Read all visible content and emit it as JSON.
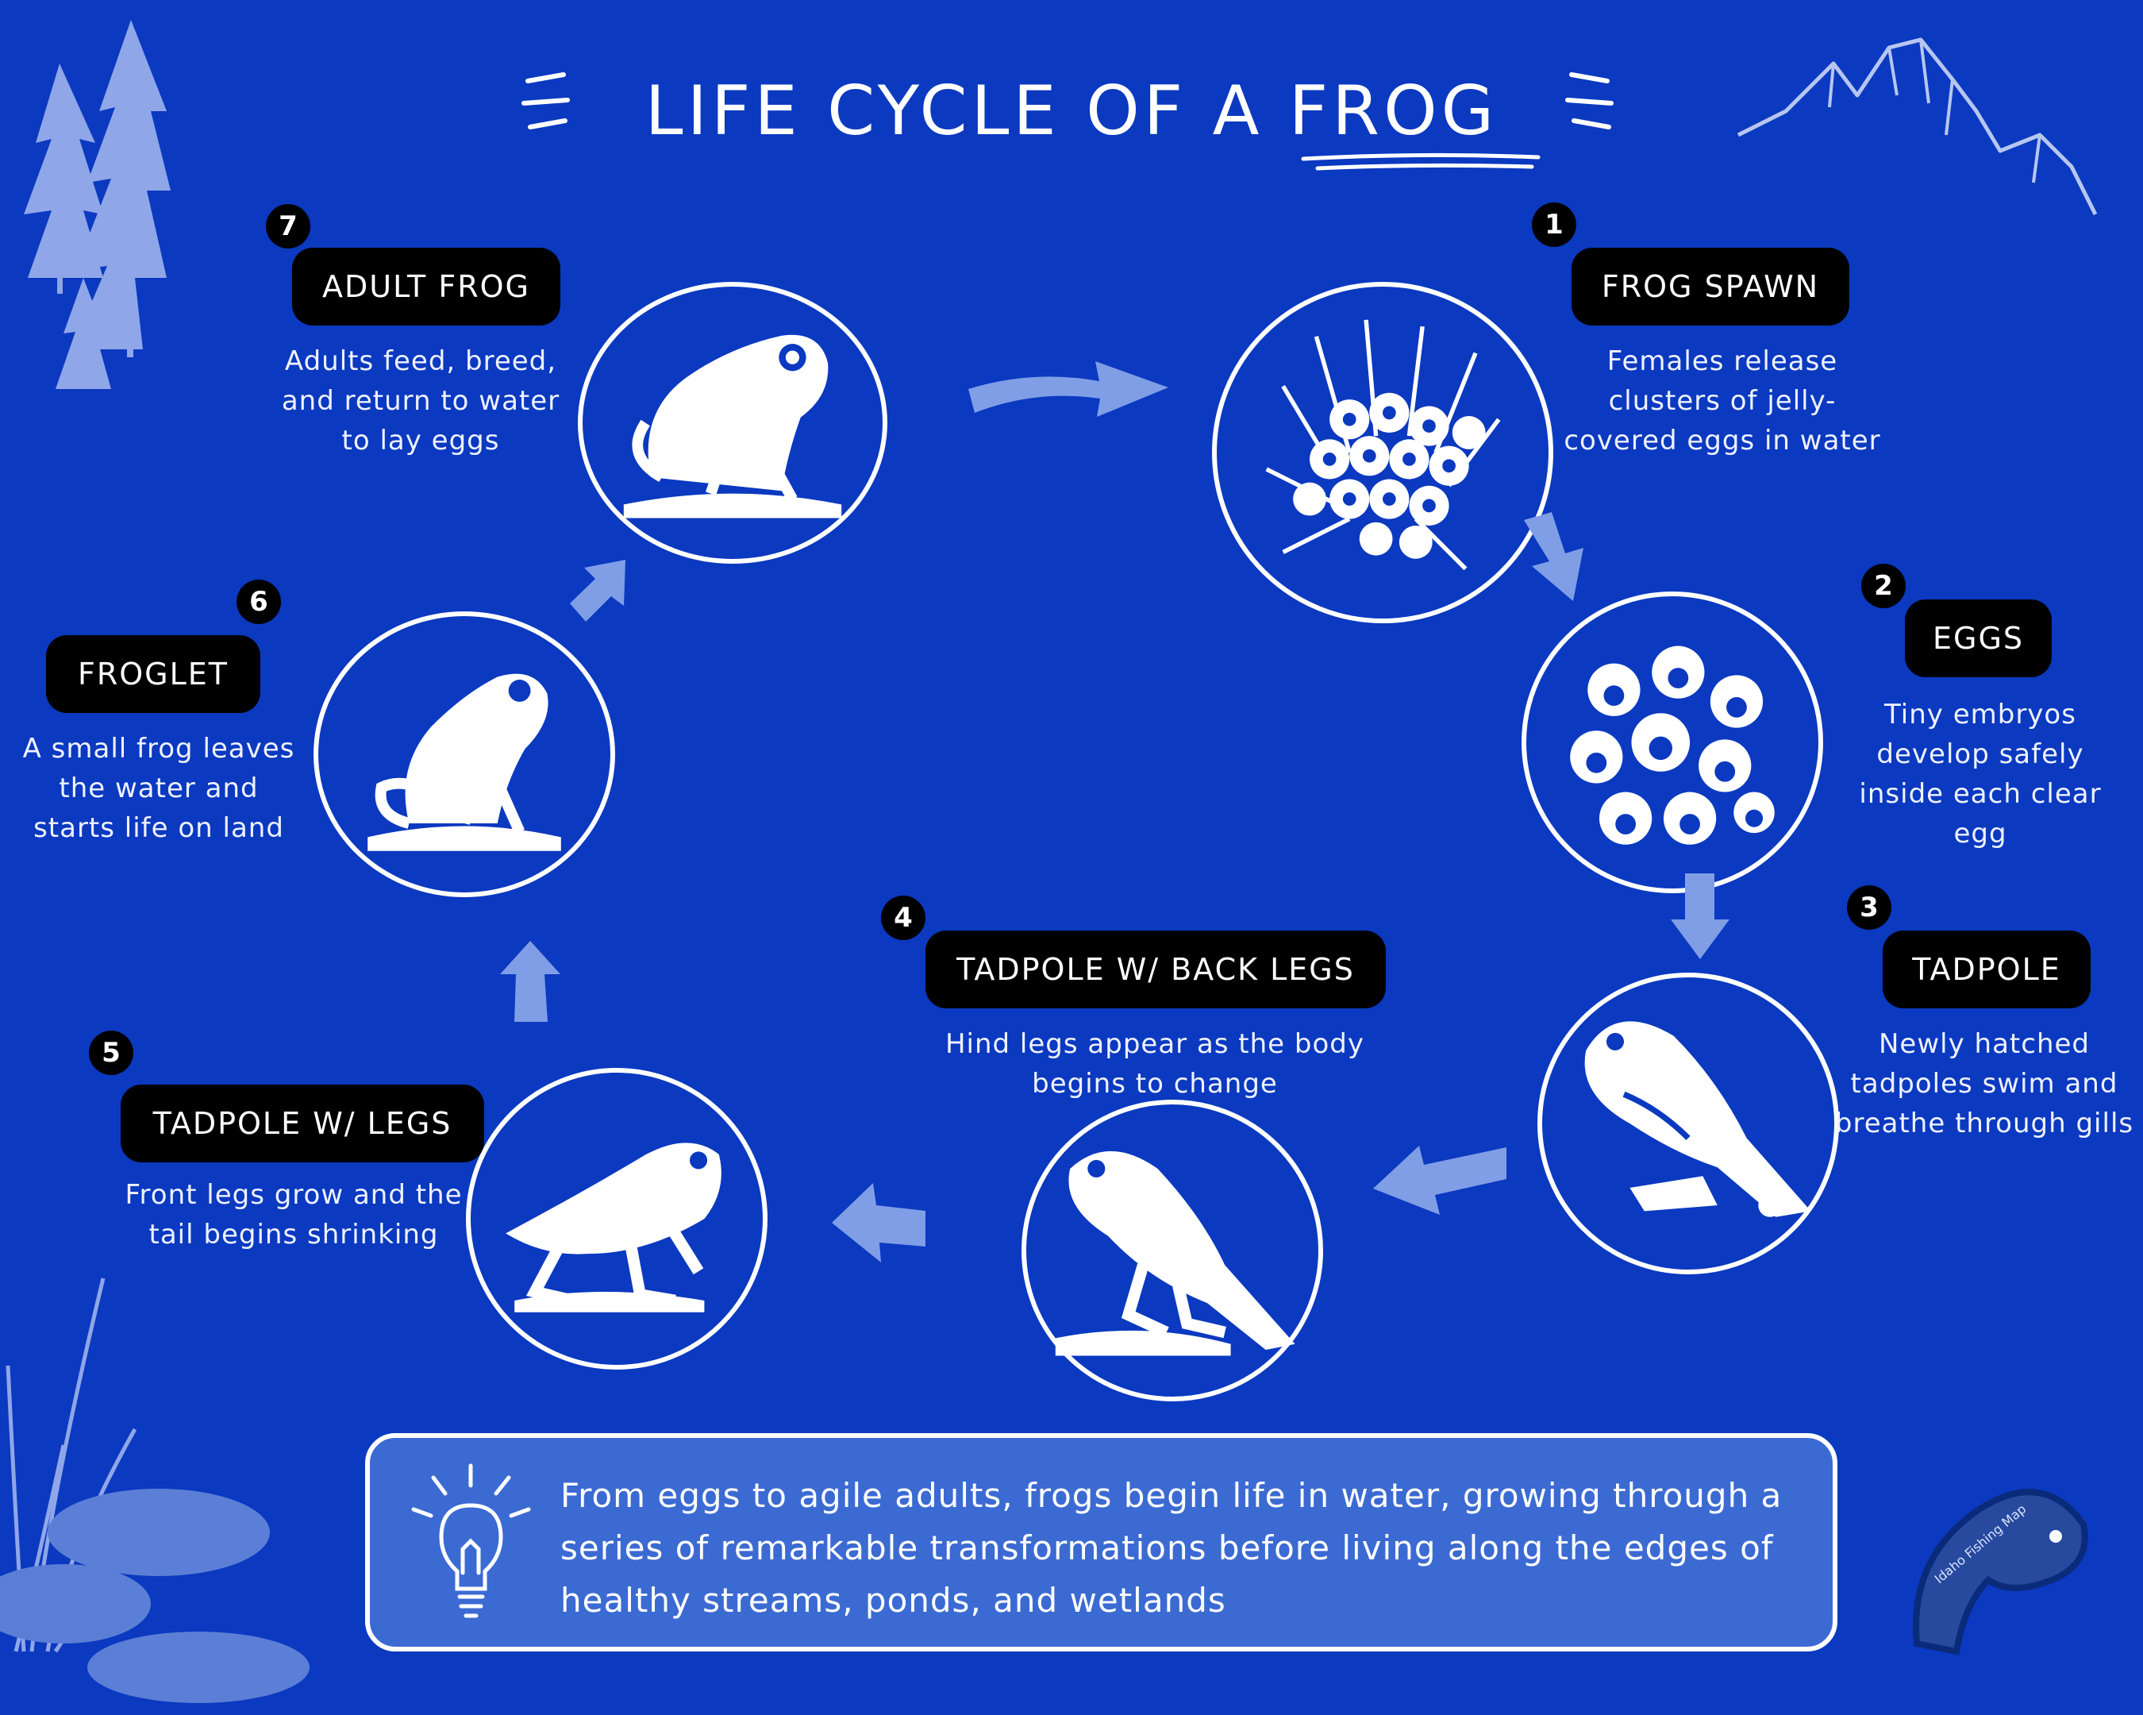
{
  "title": "LIFE CYCLE OF A FROG",
  "stages": [
    {
      "number": "1",
      "label": "FROG SPAWN",
      "description": "Females release clusters of jelly-covered eggs in water"
    },
    {
      "number": "2",
      "label": "EGGS",
      "description": "Tiny embryos develop safely inside each clear egg"
    },
    {
      "number": "3",
      "label": "TADPOLE",
      "description": "Newly hatched tadpoles swim and breathe through gills"
    },
    {
      "number": "4",
      "label": "TADPOLE W/ BACK LEGS",
      "description": "Hind legs appear as the body begins to change"
    },
    {
      "number": "5",
      "label": "TADPOLE W/ LEGS",
      "description": "Front legs grow and the tail begins shrinking"
    },
    {
      "number": "6",
      "label": "FROGLET",
      "description": "A small frog leaves the water and starts life on land"
    },
    {
      "number": "7",
      "label": "ADULT FROG",
      "description": "Adults feed, breed, and return to water to lay eggs"
    }
  ],
  "tip": {
    "icon": "lightbulb-icon",
    "text": "From eggs to agile adults, frogs begin life in water, growing through a series of remarkable transformations before living along the edges of healthy streams, ponds, and wetlands"
  },
  "logo": {
    "text": "Idaho Fishing Map"
  },
  "colors": {
    "background": "#0b39c0",
    "arrow": "#7f9ee6",
    "pill": "#000000",
    "tip_box": "#3b6ad3"
  }
}
